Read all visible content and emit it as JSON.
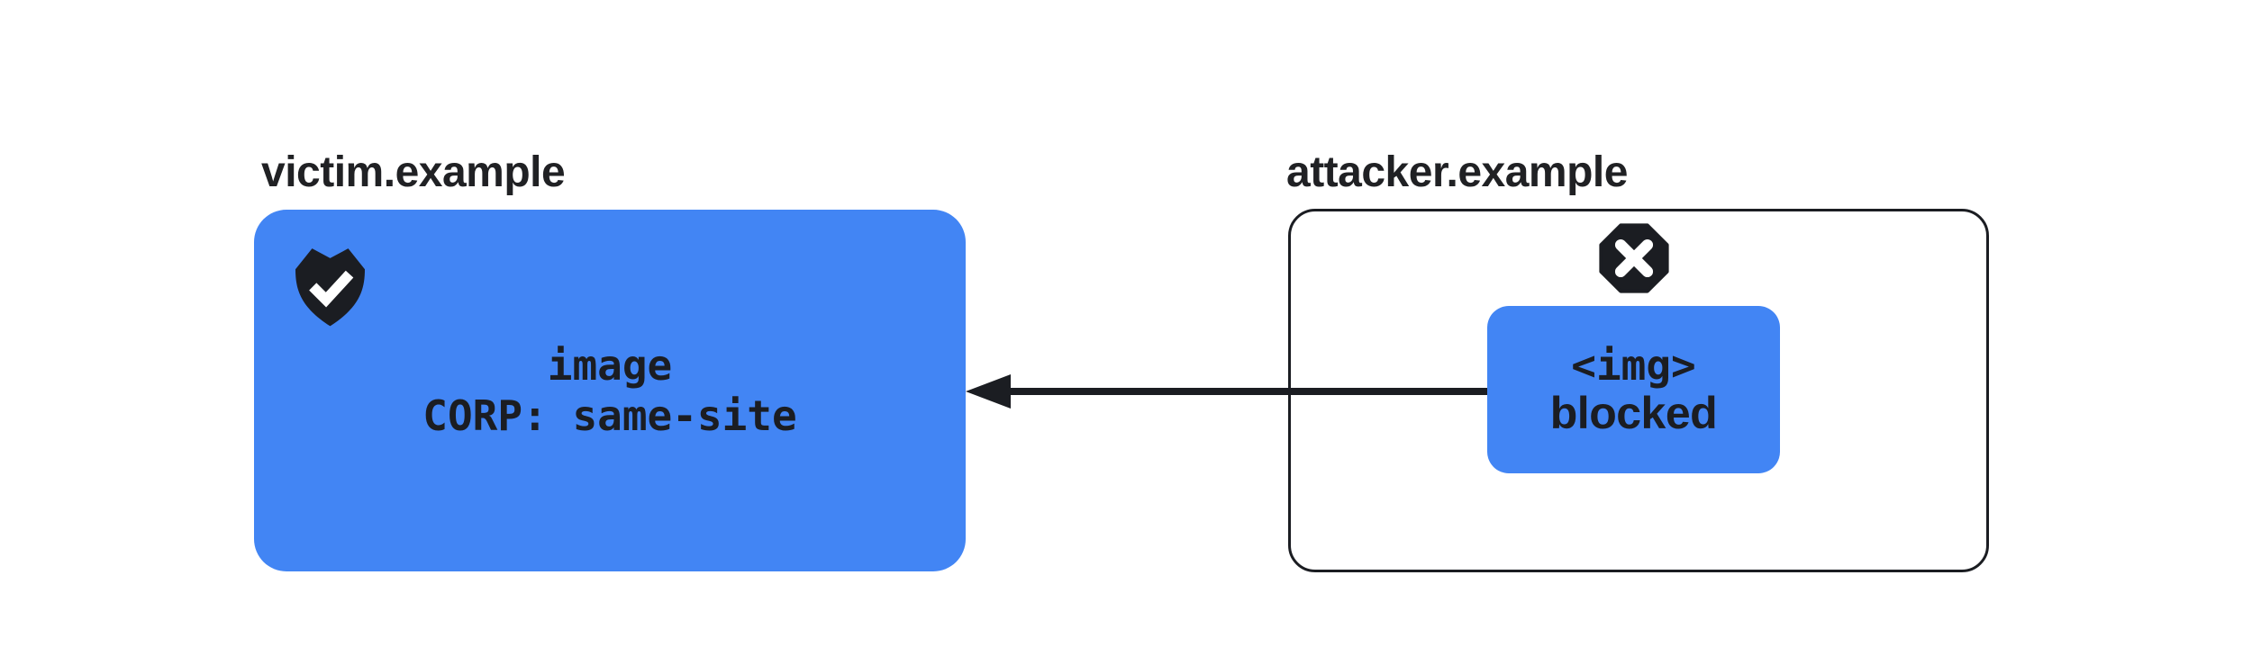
{
  "colors": {
    "accent_blue": "#4285F4",
    "ink_black": "#1b1d22",
    "label_text": "#202124",
    "background": "#ffffff"
  },
  "victim": {
    "domain_label": "victim.example",
    "icon": "shield-check-icon",
    "card": {
      "line1": "image",
      "line2": "CORP: same-site"
    }
  },
  "attacker": {
    "domain_label": "attacker.example",
    "icon": "blocked-octagon-x-icon",
    "card": {
      "line1": "<img>",
      "line2": "blocked"
    }
  },
  "arrow": {
    "direction": "right-to-left"
  }
}
